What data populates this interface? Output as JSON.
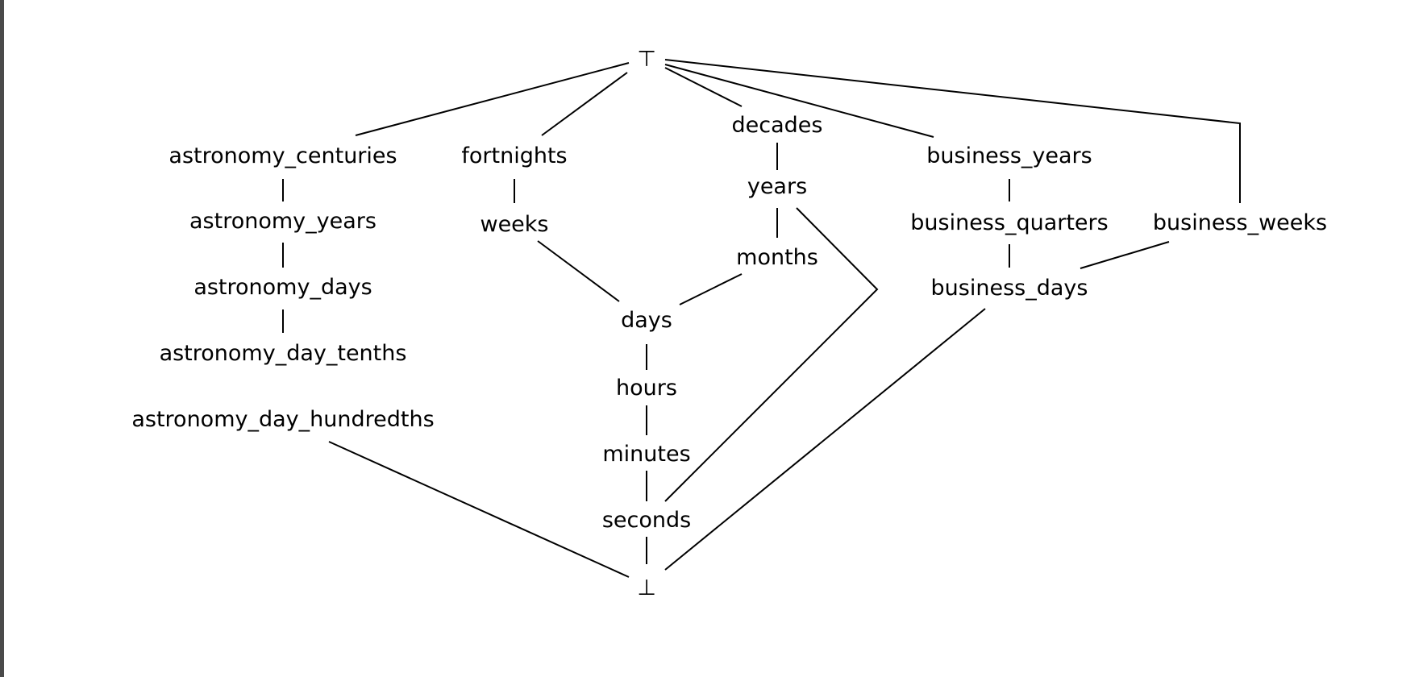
{
  "diagram": {
    "top_symbol": "⊤",
    "bottom_symbol": "⊥",
    "nodes": {
      "astronomy_centuries": "astronomy_centuries",
      "astronomy_years": "astronomy_years",
      "astronomy_days": "astronomy_days",
      "astronomy_day_tenths": "astronomy_day_tenths",
      "astronomy_day_hundredths": "astronomy_day_hundredths",
      "fortnights": "fortnights",
      "weeks": "weeks",
      "decades": "decades",
      "years": "years",
      "months": "months",
      "days": "days",
      "hours": "hours",
      "minutes": "minutes",
      "seconds": "seconds",
      "business_years": "business_years",
      "business_quarters": "business_quarters",
      "business_weeks": "business_weeks",
      "business_days": "business_days"
    },
    "edges": [
      [
        "top",
        "astronomy_centuries"
      ],
      [
        "top",
        "fortnights"
      ],
      [
        "top",
        "decades"
      ],
      [
        "top",
        "business_years"
      ],
      [
        "top",
        "business_weeks"
      ],
      [
        "astronomy_centuries",
        "astronomy_years"
      ],
      [
        "astronomy_years",
        "astronomy_days"
      ],
      [
        "astronomy_days",
        "astronomy_day_tenths"
      ],
      [
        "astronomy_day_hundredths",
        "bottom"
      ],
      [
        "fortnights",
        "weeks"
      ],
      [
        "weeks",
        "days"
      ],
      [
        "decades",
        "years"
      ],
      [
        "years",
        "months"
      ],
      [
        "years",
        "seconds"
      ],
      [
        "months",
        "days"
      ],
      [
        "days",
        "hours"
      ],
      [
        "hours",
        "minutes"
      ],
      [
        "minutes",
        "seconds"
      ],
      [
        "seconds",
        "bottom"
      ],
      [
        "business_years",
        "business_quarters"
      ],
      [
        "business_quarters",
        "business_days"
      ],
      [
        "business_weeks",
        "business_days"
      ],
      [
        "business_days",
        "bottom"
      ]
    ]
  }
}
